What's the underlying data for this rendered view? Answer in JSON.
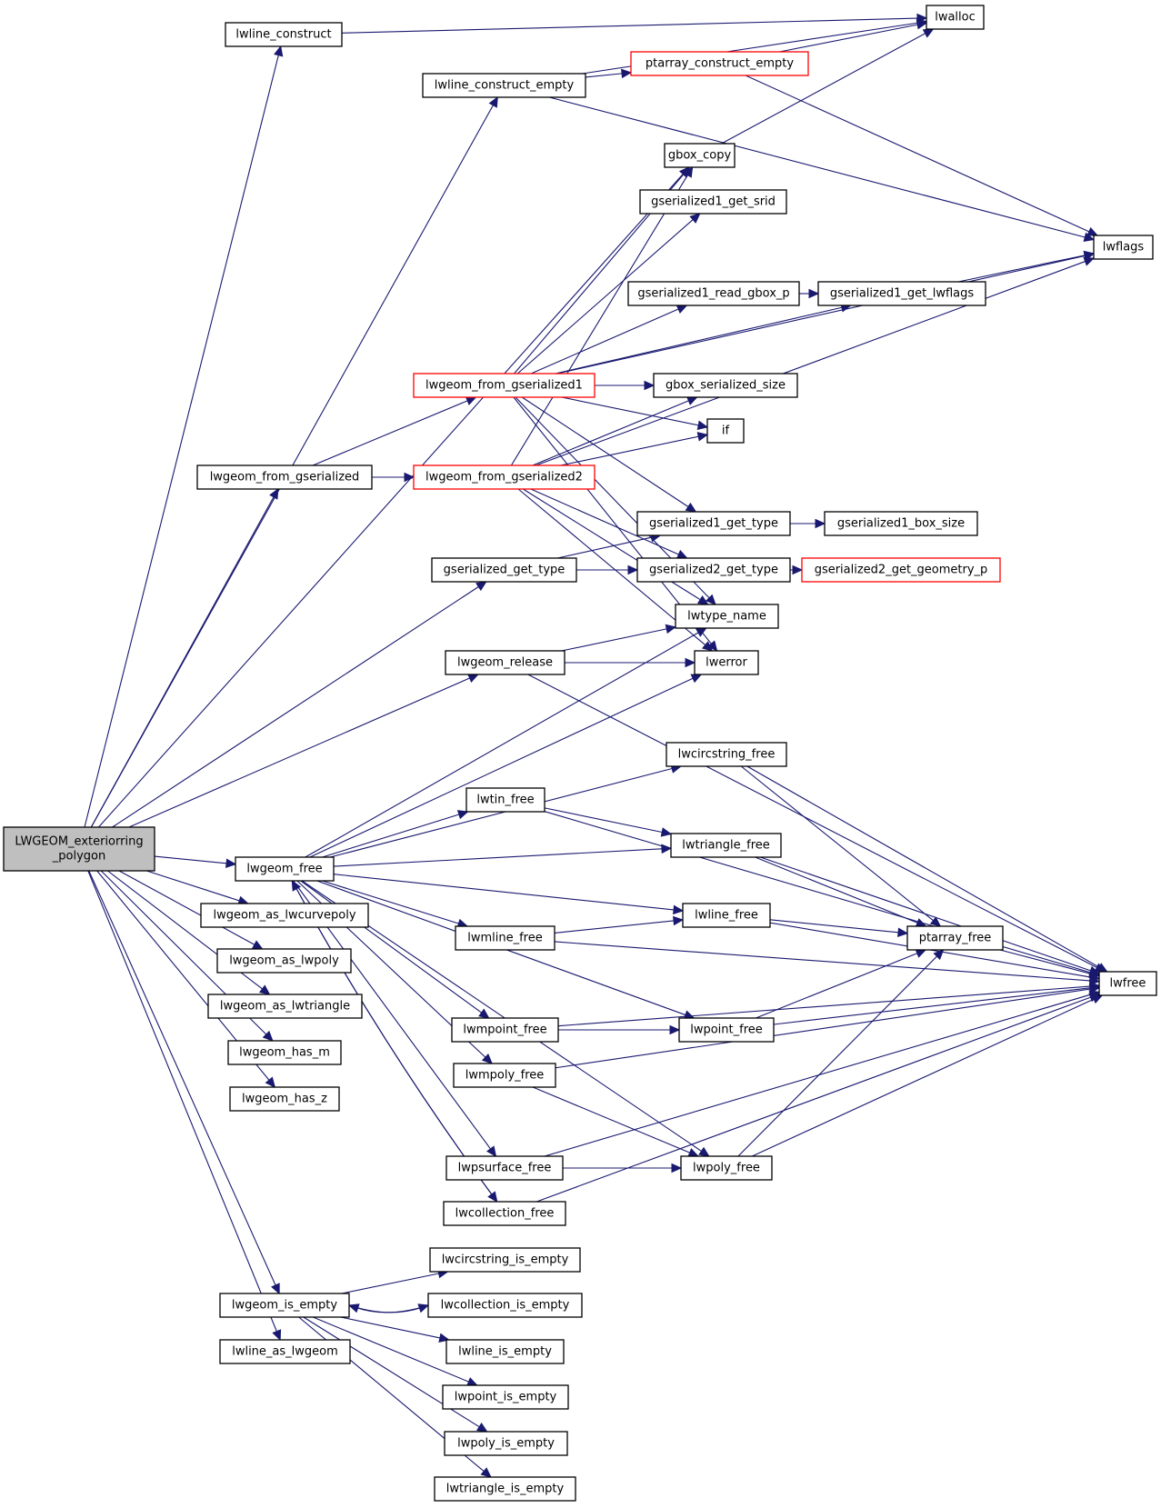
{
  "diagram": {
    "type": "call-graph",
    "colors": {
      "edge": "#191970",
      "node_border": "#000000",
      "node_border_truncated": "#ff0000",
      "root_fill": "#bfbfbf",
      "node_fill": "#ffffff"
    },
    "nodes": [
      {
        "id": "root",
        "label": "LWGEOM_exteriorring\n_polygon",
        "style": "root"
      },
      {
        "id": "lwline_construct",
        "label": "lwline_construct",
        "style": "normal"
      },
      {
        "id": "lwline_construct_empty",
        "label": "lwline_construct_empty",
        "style": "normal"
      },
      {
        "id": "lwalloc",
        "label": "lwalloc",
        "style": "normal"
      },
      {
        "id": "ptarray_construct_empty",
        "label": "ptarray_construct_empty",
        "style": "truncated"
      },
      {
        "id": "gbox_copy",
        "label": "gbox_copy",
        "style": "normal"
      },
      {
        "id": "gserialized1_get_srid",
        "label": "gserialized1_get_srid",
        "style": "normal"
      },
      {
        "id": "lwflags",
        "label": "lwflags",
        "style": "normal"
      },
      {
        "id": "gserialized1_read_gbox_p",
        "label": "gserialized1_read_gbox_p",
        "style": "normal"
      },
      {
        "id": "gserialized1_get_lwflags",
        "label": "gserialized1_get_lwflags",
        "style": "normal"
      },
      {
        "id": "lwgeom_from_gserialized1",
        "label": "lwgeom_from_gserialized1",
        "style": "truncated"
      },
      {
        "id": "gbox_serialized_size",
        "label": "gbox_serialized_size",
        "style": "normal"
      },
      {
        "id": "if",
        "label": "if",
        "style": "normal"
      },
      {
        "id": "lwgeom_from_gserialized",
        "label": "lwgeom_from_gserialized",
        "style": "normal"
      },
      {
        "id": "lwgeom_from_gserialized2",
        "label": "lwgeom_from_gserialized2",
        "style": "truncated"
      },
      {
        "id": "gserialized1_get_type",
        "label": "gserialized1_get_type",
        "style": "normal"
      },
      {
        "id": "gserialized1_box_size",
        "label": "gserialized1_box_size",
        "style": "normal"
      },
      {
        "id": "gserialized_get_type",
        "label": "gserialized_get_type",
        "style": "normal"
      },
      {
        "id": "gserialized2_get_type",
        "label": "gserialized2_get_type",
        "style": "normal"
      },
      {
        "id": "gserialized2_get_geometry_p",
        "label": "gserialized2_get_geometry_p",
        "style": "truncated"
      },
      {
        "id": "lwtype_name",
        "label": "lwtype_name",
        "style": "normal"
      },
      {
        "id": "lwgeom_release",
        "label": "lwgeom_release",
        "style": "normal"
      },
      {
        "id": "lwerror",
        "label": "lwerror",
        "style": "normal"
      },
      {
        "id": "lwcircstring_free",
        "label": "lwcircstring_free",
        "style": "normal"
      },
      {
        "id": "lwtin_free",
        "label": "lwtin_free",
        "style": "normal"
      },
      {
        "id": "lwtriangle_free",
        "label": "lwtriangle_free",
        "style": "normal"
      },
      {
        "id": "lwgeom_free",
        "label": "lwgeom_free",
        "style": "normal"
      },
      {
        "id": "lwline_free",
        "label": "lwline_free",
        "style": "normal"
      },
      {
        "id": "lwmline_free",
        "label": "lwmline_free",
        "style": "normal"
      },
      {
        "id": "ptarray_free",
        "label": "ptarray_free",
        "style": "normal"
      },
      {
        "id": "lwfree",
        "label": "lwfree",
        "style": "normal"
      },
      {
        "id": "lwgeom_as_lwcurvepoly",
        "label": "lwgeom_as_lwcurvepoly",
        "style": "normal"
      },
      {
        "id": "lwgeom_as_lwpoly",
        "label": "lwgeom_as_lwpoly",
        "style": "normal"
      },
      {
        "id": "lwgeom_as_lwtriangle",
        "label": "lwgeom_as_lwtriangle",
        "style": "normal"
      },
      {
        "id": "lwmpoint_free",
        "label": "lwmpoint_free",
        "style": "normal"
      },
      {
        "id": "lwpoint_free",
        "label": "lwpoint_free",
        "style": "normal"
      },
      {
        "id": "lwgeom_has_m",
        "label": "lwgeom_has_m",
        "style": "normal"
      },
      {
        "id": "lwmpoly_free",
        "label": "lwmpoly_free",
        "style": "normal"
      },
      {
        "id": "lwgeom_has_z",
        "label": "lwgeom_has_z",
        "style": "normal"
      },
      {
        "id": "lwpsurface_free",
        "label": "lwpsurface_free",
        "style": "normal"
      },
      {
        "id": "lwpoly_free",
        "label": "lwpoly_free",
        "style": "normal"
      },
      {
        "id": "lwcollection_free",
        "label": "lwcollection_free",
        "style": "normal"
      },
      {
        "id": "lwcircstring_is_empty",
        "label": "lwcircstring_is_empty",
        "style": "normal"
      },
      {
        "id": "lwgeom_is_empty",
        "label": "lwgeom_is_empty",
        "style": "normal"
      },
      {
        "id": "lwcollection_is_empty",
        "label": "lwcollection_is_empty",
        "style": "normal"
      },
      {
        "id": "lwline_as_lwgeom",
        "label": "lwline_as_lwgeom",
        "style": "normal"
      },
      {
        "id": "lwline_is_empty",
        "label": "lwline_is_empty",
        "style": "normal"
      },
      {
        "id": "lwpoint_is_empty",
        "label": "lwpoint_is_empty",
        "style": "normal"
      },
      {
        "id": "lwpoly_is_empty",
        "label": "lwpoly_is_empty",
        "style": "normal"
      },
      {
        "id": "lwtriangle_is_empty",
        "label": "lwtriangle_is_empty",
        "style": "normal"
      }
    ],
    "edges": [
      [
        "root",
        "lwline_construct"
      ],
      [
        "root",
        "lwline_construct_empty"
      ],
      [
        "root",
        "gbox_copy"
      ],
      [
        "root",
        "lwgeom_from_gserialized"
      ],
      [
        "root",
        "gserialized_get_type"
      ],
      [
        "root",
        "lwgeom_release"
      ],
      [
        "root",
        "lwgeom_free"
      ],
      [
        "root",
        "lwgeom_as_lwcurvepoly"
      ],
      [
        "root",
        "lwgeom_as_lwpoly"
      ],
      [
        "root",
        "lwgeom_as_lwtriangle"
      ],
      [
        "root",
        "lwgeom_has_m"
      ],
      [
        "root",
        "lwgeom_has_z"
      ],
      [
        "root",
        "lwgeom_is_empty"
      ],
      [
        "root",
        "lwline_as_lwgeom"
      ],
      [
        "lwline_construct",
        "lwalloc"
      ],
      [
        "lwline_construct_empty",
        "lwalloc"
      ],
      [
        "lwline_construct_empty",
        "ptarray_construct_empty"
      ],
      [
        "lwline_construct_empty",
        "lwflags"
      ],
      [
        "ptarray_construct_empty",
        "lwalloc"
      ],
      [
        "ptarray_construct_empty",
        "lwflags"
      ],
      [
        "gbox_copy",
        "lwalloc"
      ],
      [
        "gserialized1_read_gbox_p",
        "gserialized1_get_lwflags"
      ],
      [
        "gserialized1_get_lwflags",
        "lwflags"
      ],
      [
        "lwgeom_from_gserialized",
        "lwgeom_from_gserialized1"
      ],
      [
        "lwgeom_from_gserialized",
        "lwgeom_from_gserialized2"
      ],
      [
        "lwgeom_from_gserialized1",
        "gbox_copy"
      ],
      [
        "lwgeom_from_gserialized1",
        "gserialized1_get_srid"
      ],
      [
        "lwgeom_from_gserialized1",
        "lwflags"
      ],
      [
        "lwgeom_from_gserialized1",
        "gserialized1_read_gbox_p"
      ],
      [
        "lwgeom_from_gserialized1",
        "gserialized1_get_lwflags"
      ],
      [
        "lwgeom_from_gserialized1",
        "gbox_serialized_size"
      ],
      [
        "lwgeom_from_gserialized1",
        "if"
      ],
      [
        "lwgeom_from_gserialized1",
        "gserialized1_get_type"
      ],
      [
        "lwgeom_from_gserialized1",
        "lwtype_name"
      ],
      [
        "lwgeom_from_gserialized1",
        "lwerror"
      ],
      [
        "lwgeom_from_gserialized2",
        "gbox_copy"
      ],
      [
        "lwgeom_from_gserialized2",
        "gbox_serialized_size"
      ],
      [
        "lwgeom_from_gserialized2",
        "if"
      ],
      [
        "lwgeom_from_gserialized2",
        "lwflags"
      ],
      [
        "lwgeom_from_gserialized2",
        "gserialized2_get_type"
      ],
      [
        "lwgeom_from_gserialized2",
        "lwtype_name"
      ],
      [
        "lwgeom_from_gserialized2",
        "lwerror"
      ],
      [
        "gserialized_get_type",
        "gserialized1_get_type"
      ],
      [
        "gserialized_get_type",
        "gserialized2_get_type"
      ],
      [
        "gserialized1_get_type",
        "gserialized1_box_size"
      ],
      [
        "gserialized2_get_type",
        "gserialized2_get_geometry_p"
      ],
      [
        "lwgeom_release",
        "lwtype_name"
      ],
      [
        "lwgeom_release",
        "lwerror"
      ],
      [
        "lwgeom_release",
        "lwfree"
      ],
      [
        "lwgeom_free",
        "lwtype_name"
      ],
      [
        "lwgeom_free",
        "lwerror"
      ],
      [
        "lwgeom_free",
        "lwcircstring_free"
      ],
      [
        "lwgeom_free",
        "lwtin_free"
      ],
      [
        "lwgeom_free",
        "lwtriangle_free"
      ],
      [
        "lwgeom_free",
        "lwline_free"
      ],
      [
        "lwgeom_free",
        "lwmline_free"
      ],
      [
        "lwgeom_free",
        "lwpoint_free"
      ],
      [
        "lwgeom_free",
        "lwmpoint_free"
      ],
      [
        "lwgeom_free",
        "lwmpoly_free"
      ],
      [
        "lwgeom_free",
        "lwpoly_free"
      ],
      [
        "lwgeom_free",
        "lwpsurface_free"
      ],
      [
        "lwgeom_free",
        "lwcollection_free"
      ],
      [
        "lwcollection_free",
        "lwgeom_free"
      ],
      [
        "lwcircstring_free",
        "ptarray_free"
      ],
      [
        "lwcircstring_free",
        "lwfree"
      ],
      [
        "lwtin_free",
        "lwtriangle_free"
      ],
      [
        "lwtin_free",
        "lwfree"
      ],
      [
        "lwtriangle_free",
        "ptarray_free"
      ],
      [
        "lwtriangle_free",
        "lwfree"
      ],
      [
        "lwline_free",
        "ptarray_free"
      ],
      [
        "lwline_free",
        "lwfree"
      ],
      [
        "lwmline_free",
        "lwline_free"
      ],
      [
        "lwmline_free",
        "lwfree"
      ],
      [
        "ptarray_free",
        "lwfree"
      ],
      [
        "lwmpoint_free",
        "lwpoint_free"
      ],
      [
        "lwmpoint_free",
        "lwfree"
      ],
      [
        "lwpoint_free",
        "ptarray_free"
      ],
      [
        "lwpoint_free",
        "lwfree"
      ],
      [
        "lwmpoly_free",
        "lwpoly_free"
      ],
      [
        "lwmpoly_free",
        "lwfree"
      ],
      [
        "lwpsurface_free",
        "lwpoly_free"
      ],
      [
        "lwpsurface_free",
        "lwfree"
      ],
      [
        "lwpoly_free",
        "ptarray_free"
      ],
      [
        "lwpoly_free",
        "lwfree"
      ],
      [
        "lwcollection_free",
        "lwfree"
      ],
      [
        "lwgeom_is_empty",
        "lwcircstring_is_empty"
      ],
      [
        "lwgeom_is_empty",
        "lwcollection_is_empty"
      ],
      [
        "lwcollection_is_empty",
        "lwgeom_is_empty"
      ],
      [
        "lwgeom_is_empty",
        "lwline_is_empty"
      ],
      [
        "lwgeom_is_empty",
        "lwpoint_is_empty"
      ],
      [
        "lwgeom_is_empty",
        "lwpoly_is_empty"
      ],
      [
        "lwgeom_is_empty",
        "lwtriangle_is_empty"
      ]
    ]
  }
}
